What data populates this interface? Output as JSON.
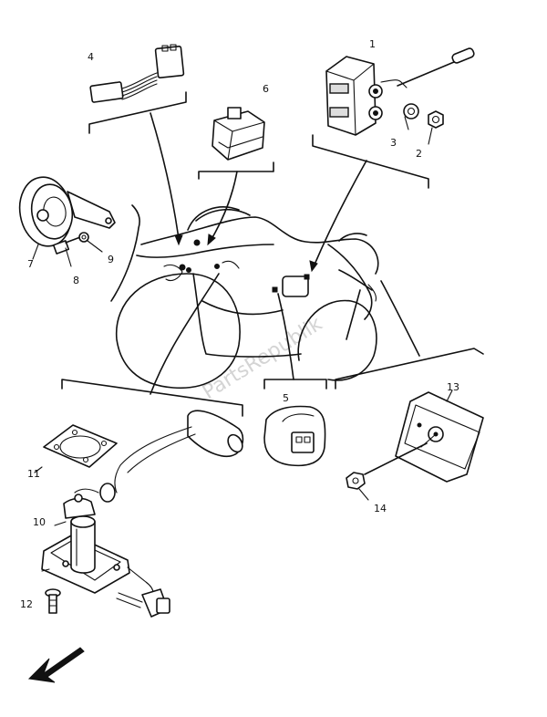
{
  "watermark": "PartsRepublik",
  "callouts": {
    "c1": "1",
    "c2": "2",
    "c3": "3",
    "c4": "4",
    "c5": "5",
    "c6": "6",
    "c7": "7",
    "c8": "8",
    "c9": "9",
    "c10": "10",
    "c11": "11",
    "c12": "12",
    "c13": "13",
    "c14": "14"
  },
  "icons": {
    "direction": "front-direction-arrow-icon"
  },
  "colors": {
    "line": "#111111",
    "watermark": "#d4d4d4"
  }
}
